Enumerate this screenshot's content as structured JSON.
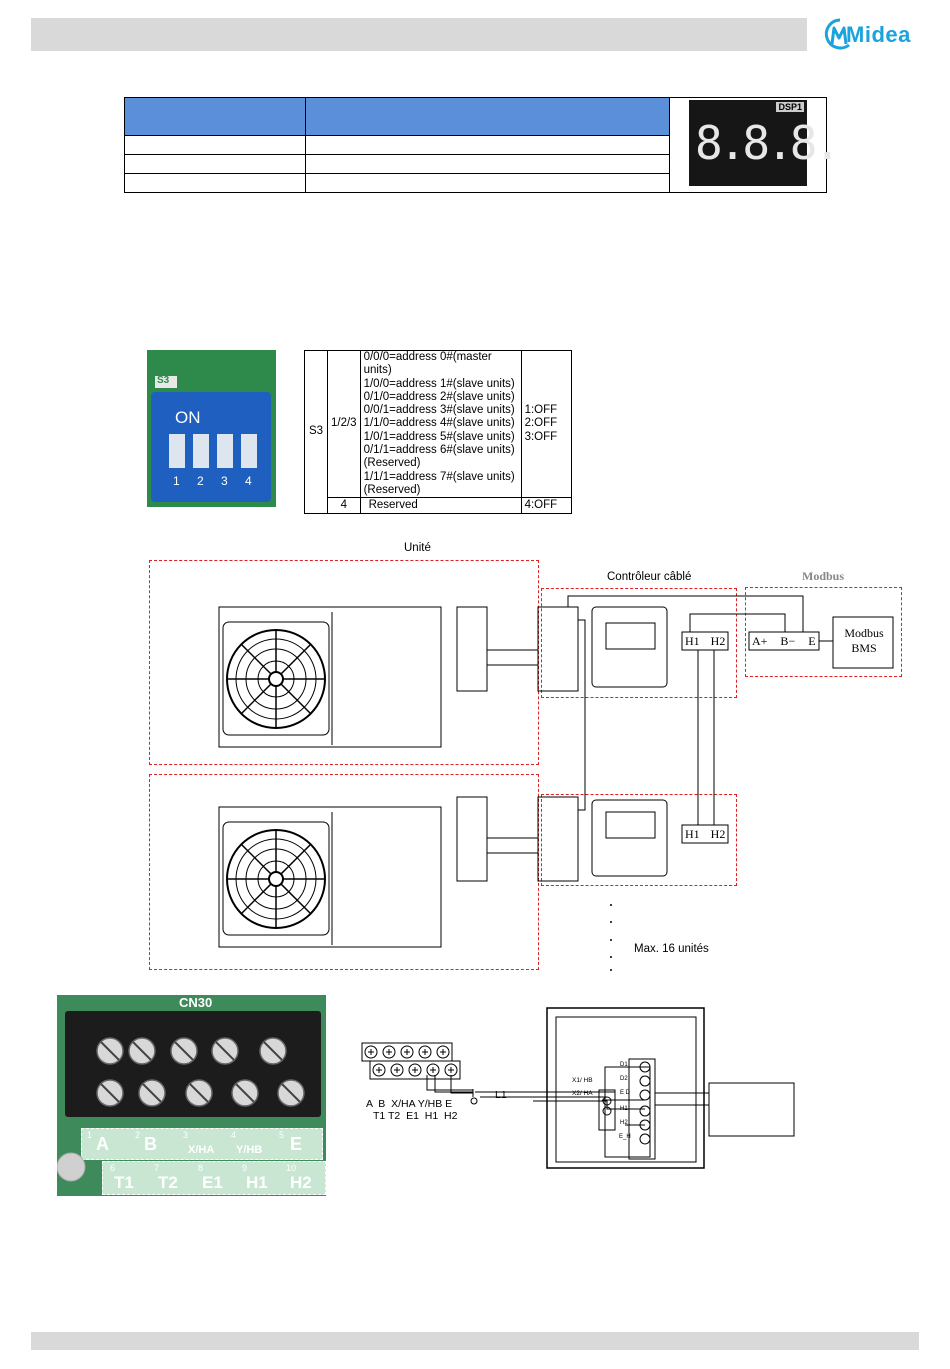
{
  "header": {
    "brand": "Midea"
  },
  "display": {
    "label": "DSP1",
    "digits": "8.8.8."
  },
  "dip": {
    "label": "S3",
    "on_label": "ON",
    "positions": [
      "1",
      "2",
      "3",
      "4"
    ]
  },
  "s3_table": {
    "switch": "S3",
    "pins_a": "1/2/3",
    "lines": [
      "0/0/0=address 0#(master units)",
      "1/0/0=address 1#(slave units)",
      "0/1/0=address 2#(slave units)",
      "0/0/1=address 3#(slave units)",
      "1/1/0=address 4#(slave units)",
      "1/0/1=address 5#(slave units)",
      "0/1/1=address 6#(slave units)",
      "(Reserved)",
      "1/1/1=address 7#(slave units)",
      "(Reserved)"
    ],
    "defaults": [
      "1:OFF",
      "2:OFF",
      "3:OFF"
    ],
    "pin_b": "4",
    "reserved": "Reserved",
    "default_b": "4:OFF"
  },
  "wiring": {
    "unit_label": "Unité",
    "controller_label": "Contrôleur câblé",
    "modbus_label": "Modbus",
    "terminals_ab": "A+ B− E",
    "h_terms": "H1 H2",
    "bms": "Modbus BMS",
    "max_units": "Max. 16 unités"
  },
  "cn30": {
    "label": "CN30",
    "top": [
      {
        "n": "1",
        "t": "A"
      },
      {
        "n": "2",
        "t": "B"
      },
      {
        "n": "3",
        "t": "X/HA"
      },
      {
        "n": "4",
        "t": "Y/HB"
      },
      {
        "n": "5",
        "t": "E"
      }
    ],
    "bottom": [
      {
        "n": "6",
        "t": "T1"
      },
      {
        "n": "7",
        "t": "T2"
      },
      {
        "n": "8",
        "t": "E1"
      },
      {
        "n": "9",
        "t": "H1"
      },
      {
        "n": "10",
        "t": "H2"
      }
    ]
  },
  "term_diagram": {
    "row1": "A  B  X/HA Y/HB E",
    "row2": "T1 T2  E1  H1  H2",
    "cable": "L1",
    "back_labels": [
      "D1",
      "D2",
      "E D",
      "H1",
      "H2",
      "E_H"
    ],
    "x1": "X1/ HB",
    "x2": "X2/ HA"
  }
}
